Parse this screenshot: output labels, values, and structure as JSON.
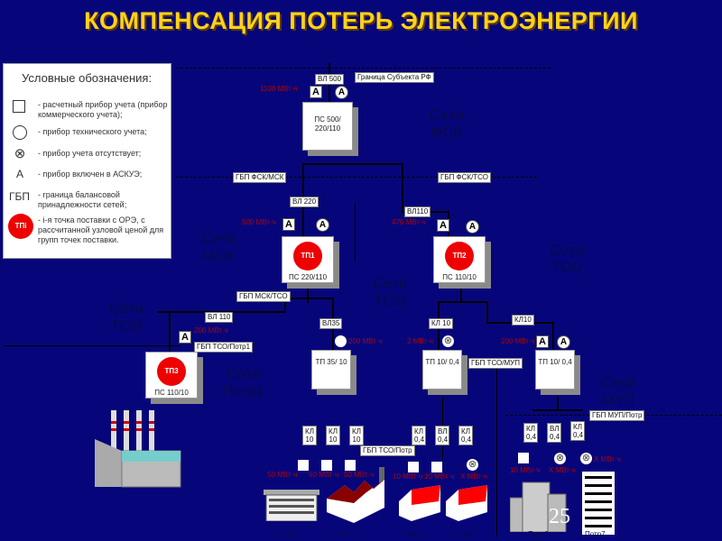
{
  "title": "КОМПЕНСАЦИЯ ПОТЕРЬ ЭЛЕКТРОЭНЕРГИИ",
  "legend": {
    "title": "Условные обозначения:",
    "items": [
      {
        "symbol": "□",
        "text": "- расчетный прибор учета (прибор коммерческого учета);"
      },
      {
        "symbol": "○",
        "text": "- прибор технического учета;"
      },
      {
        "symbol": "⊗",
        "text": "- прибор учета отсутствует;"
      },
      {
        "symbol": "А",
        "text": "- прибор включен в АСКУЭ;"
      },
      {
        "symbol": "ГБП",
        "text": "- граница балансовой принадлежности сетей;"
      },
      {
        "symbol": "ТПi",
        "text": "- i-я точка поставки с ОРЭ, с рассчитанной узловой ценой для групп точек поставки."
      }
    ]
  },
  "labels": {
    "border": "Граница Субъекта РФ",
    "vl500": "ВЛ 500",
    "gbp_fsk_msk": "ГБП ФСК/МСК",
    "gbp_fsk_tso": "ГБП ФСК/ТСО",
    "vl220": "ВЛ 220",
    "vl110a": "ВЛ110",
    "gbp_msk_tso": "ГБП МСК/ТСО",
    "vl110b": "ВЛ 110",
    "gbp_tso_potr1": "ГБП ТСО/Потр1",
    "vl35": "ВЛ35",
    "kl10a": "КЛ 10",
    "kl10b": "КЛ10",
    "gbp_tso_mup": "ГБП ТСО/МУП",
    "gbp_mup_potr": "ГБП МУП/Потр",
    "gbp_tso_potr": "ГБП ТСО/Потр",
    "feeders": [
      "КЛ 10",
      "КЛ 10",
      "КЛ 10",
      "КЛ 0,4",
      "ВЛ 0,4",
      "КЛ 0,4",
      "КЛ 0,4",
      "ВЛ 0,4",
      "КЛ 0,4"
    ]
  },
  "meter_a": "А",
  "substations": {
    "ps500": "ПС 500/ 220/110",
    "tp1": "ТП1",
    "ps220": "ПС 220/110",
    "tp2": "ТП2",
    "ps110_10": "ПС 110/10",
    "tp3": "ТП3",
    "ps110_10b": "ПС 110/10",
    "tp35": "ТП 35/ 10",
    "tp10a": "ТП 10/ 0,4",
    "tp10b": "ТП 10/ 0,4"
  },
  "networks": {
    "fsk": "Сети ФСК",
    "msk": "Сети МСК",
    "tso1": "Сети ТСО",
    "tso2": "Сети ТСО",
    "tso3": "Сети ТСО",
    "potr1": "Сети Потр1",
    "mup": "Сети МУП"
  },
  "energy": {
    "e500": "1100 МВт·ч",
    "e220": "500 МВт·ч",
    "e110": "470 МВт·ч",
    "e_potr1": "200 МВт·ч",
    "e35": "200 МВт·ч",
    "e10a": "2 МВт·ч",
    "e10b": "200 МВт·ч",
    "bottom": [
      "50 МВт·ч",
      "60 МВт·ч",
      "50 МВт·ч",
      "10 МВт·ч",
      "10 МВт·ч",
      "X МВт·ч",
      "10 МВт·ч",
      "X МВт·ч",
      "X МВт·ч"
    ]
  },
  "consumers": [
    "Потр2",
    "Потр3",
    "Потр4",
    "Потр5",
    "Потр6",
    "Потр7"
  ],
  "page_number": "25",
  "colors": {
    "background": "#06067a",
    "title": "#ffd21a",
    "tp": "#e00000",
    "energy": "#b00000"
  }
}
